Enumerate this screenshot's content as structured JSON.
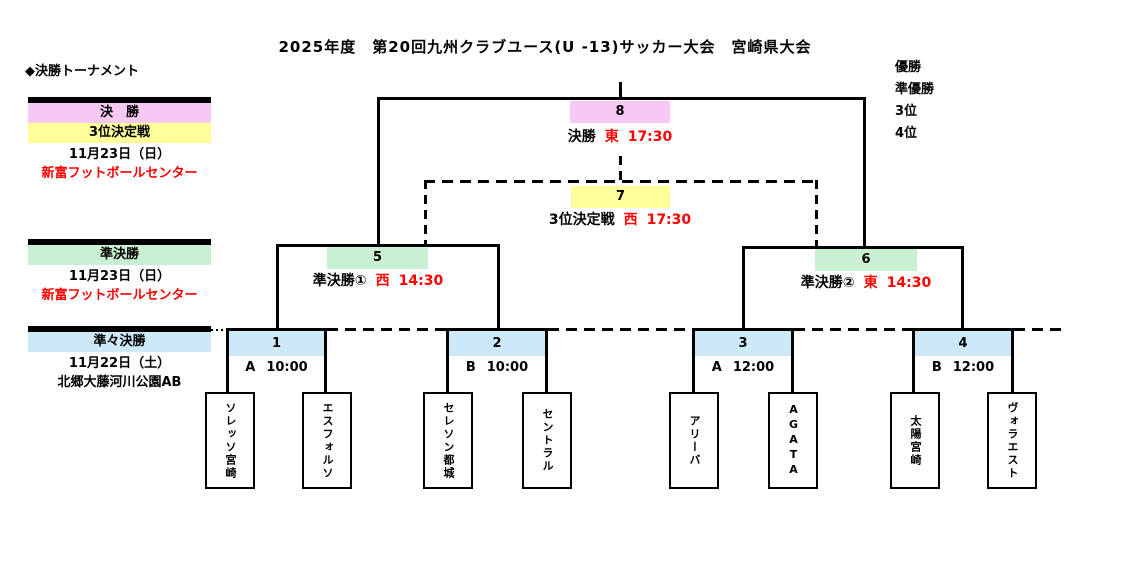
{
  "title": "2025年度　第20回九州クラブユース(U -13)サッカー大会　宮崎県大会",
  "bracket_label": "◆決勝トーナメント",
  "standings": [
    "優勝",
    "準優勝",
    "3位",
    "4位"
  ],
  "sidebar": {
    "final_section": {
      "row_final": "決　勝",
      "row_third": "3位決定戦",
      "date": "11月23日（日）",
      "venue": "新富フットボールセンター"
    },
    "semi_section": {
      "row": "準決勝",
      "date": "11月23日（日）",
      "venue": "新富フットボールセンター"
    },
    "quarter_section": {
      "row": "準々決勝",
      "date": "11月22日（土）",
      "venue": "北郷大藤河川公園AB"
    }
  },
  "matches": {
    "final": {
      "no": "8",
      "name": "決勝",
      "venue": "東",
      "time": "17:30"
    },
    "third": {
      "no": "7",
      "name": "3位決定戦",
      "venue": "西",
      "time": "17:30"
    },
    "semi1": {
      "no": "5",
      "name": "準決勝①",
      "venue": "西",
      "time": "14:30"
    },
    "semi2": {
      "no": "6",
      "name": "準決勝②",
      "venue": "東",
      "time": "14:30"
    },
    "qf": [
      {
        "no": "1",
        "pitch": "A",
        "time": "10:00"
      },
      {
        "no": "2",
        "pitch": "B",
        "time": "10:00"
      },
      {
        "no": "3",
        "pitch": "A",
        "time": "12:00"
      },
      {
        "no": "4",
        "pitch": "B",
        "time": "12:00"
      }
    ]
  },
  "teams": [
    "ソレッソ宮崎",
    "エスフォルソ",
    "セレソン都城",
    "セントラル",
    "アリーバ",
    "AGATA",
    "太陽宮崎",
    "ヴォラエスト"
  ],
  "colors": {
    "final": "#f8c8f4",
    "third": "#ffff99",
    "semi": "#c9f0d2",
    "quarter": "#cde9f8",
    "accent_red": "#ff0000",
    "line": "#000000"
  }
}
